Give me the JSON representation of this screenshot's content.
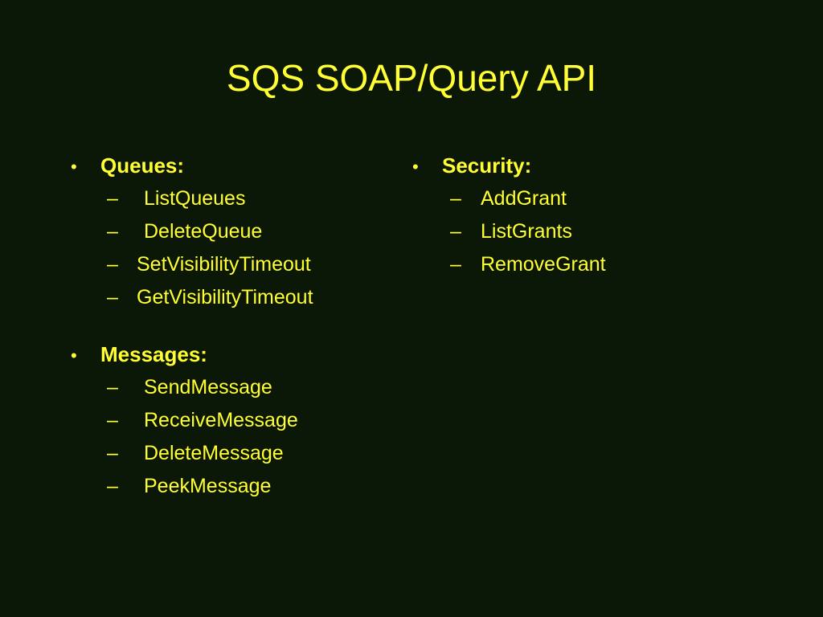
{
  "slide": {
    "title": "SQS SOAP/Query API",
    "bullet_glyph": "•",
    "dash_glyph": "–",
    "colors": {
      "background": "#0b1707",
      "text": "#ffff33"
    },
    "left_column": {
      "queues": {
        "heading": "Queues:",
        "items": [
          "ListQueues",
          "DeleteQueue",
          "SetVisibilityTimeout",
          "GetVisibilityTimeout"
        ]
      },
      "messages": {
        "heading": "Messages:",
        "items": [
          "SendMessage",
          "ReceiveMessage",
          "DeleteMessage",
          "PeekMessage"
        ]
      }
    },
    "right_column": {
      "security": {
        "heading": "Security:",
        "items": [
          "AddGrant",
          "ListGrants",
          "RemoveGrant"
        ]
      }
    }
  }
}
